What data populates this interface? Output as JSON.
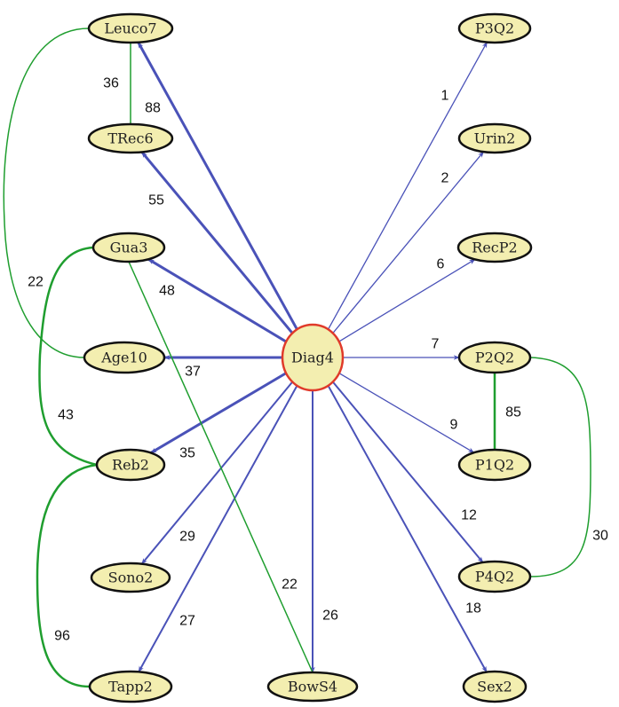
{
  "colors": {
    "node_fill": "#f3eeb0",
    "node_stroke": "#111111",
    "center_stroke": "#e03a2a",
    "arrow_edge": "#4a52b8",
    "link_edge": "#1f9e2f"
  },
  "center": "Diag4",
  "nodes": [
    {
      "id": "Leuco7",
      "label": "Leuco7"
    },
    {
      "id": "TRec6",
      "label": "TRec6"
    },
    {
      "id": "Gua3",
      "label": "Gua3"
    },
    {
      "id": "Age10",
      "label": "Age10"
    },
    {
      "id": "Diag4",
      "label": "Diag4"
    },
    {
      "id": "Reb2",
      "label": "Reb2"
    },
    {
      "id": "Sono2",
      "label": "Sono2"
    },
    {
      "id": "Tapp2",
      "label": "Tapp2"
    },
    {
      "id": "BowS4",
      "label": "BowS4"
    },
    {
      "id": "Sex2",
      "label": "Sex2"
    },
    {
      "id": "P4Q2",
      "label": "P4Q2"
    },
    {
      "id": "P1Q2",
      "label": "P1Q2"
    },
    {
      "id": "P2Q2",
      "label": "P2Q2"
    },
    {
      "id": "RecP2",
      "label": "RecP2"
    },
    {
      "id": "Urin2",
      "label": "Urin2"
    },
    {
      "id": "P3Q2",
      "label": "P3Q2"
    }
  ],
  "edges": [
    {
      "from": "Diag4",
      "to": "Leuco7",
      "weight": "88",
      "type": "arrow"
    },
    {
      "from": "Diag4",
      "to": "TRec6",
      "weight": "55",
      "type": "arrow"
    },
    {
      "from": "Diag4",
      "to": "Gua3",
      "weight": "48",
      "type": "arrow"
    },
    {
      "from": "Diag4",
      "to": "Age10",
      "weight": "37",
      "type": "arrow"
    },
    {
      "from": "Diag4",
      "to": "Reb2",
      "weight": "35",
      "type": "arrow"
    },
    {
      "from": "Diag4",
      "to": "Sono2",
      "weight": "29",
      "type": "arrow"
    },
    {
      "from": "Diag4",
      "to": "Tapp2",
      "weight": "27",
      "type": "arrow"
    },
    {
      "from": "Diag4",
      "to": "BowS4",
      "weight": "26",
      "type": "arrow"
    },
    {
      "from": "Diag4",
      "to": "Sex2",
      "weight": "18",
      "type": "arrow"
    },
    {
      "from": "Diag4",
      "to": "P4Q2",
      "weight": "12",
      "type": "arrow"
    },
    {
      "from": "Diag4",
      "to": "P1Q2",
      "weight": "9",
      "type": "arrow"
    },
    {
      "from": "Diag4",
      "to": "P2Q2",
      "weight": "7",
      "type": "arrow"
    },
    {
      "from": "Diag4",
      "to": "RecP2",
      "weight": "6",
      "type": "arrow"
    },
    {
      "from": "Diag4",
      "to": "Urin2",
      "weight": "2",
      "type": "arrow"
    },
    {
      "from": "Diag4",
      "to": "P3Q2",
      "weight": "1",
      "type": "arrow"
    },
    {
      "from": "Leuco7",
      "to": "TRec6",
      "weight": "36",
      "type": "link"
    },
    {
      "from": "Leuco7",
      "to": "Age10",
      "weight": "22",
      "type": "link"
    },
    {
      "from": "Gua3",
      "to": "Reb2",
      "weight": "43",
      "type": "link"
    },
    {
      "from": "Reb2",
      "to": "Tapp2",
      "weight": "96",
      "type": "link"
    },
    {
      "from": "Gua3",
      "to": "BowS4",
      "weight": "22",
      "type": "link"
    },
    {
      "from": "P2Q2",
      "to": "P1Q2",
      "weight": "85",
      "type": "link"
    },
    {
      "from": "P2Q2",
      "to": "P4Q2",
      "weight": "30",
      "type": "link"
    }
  ]
}
